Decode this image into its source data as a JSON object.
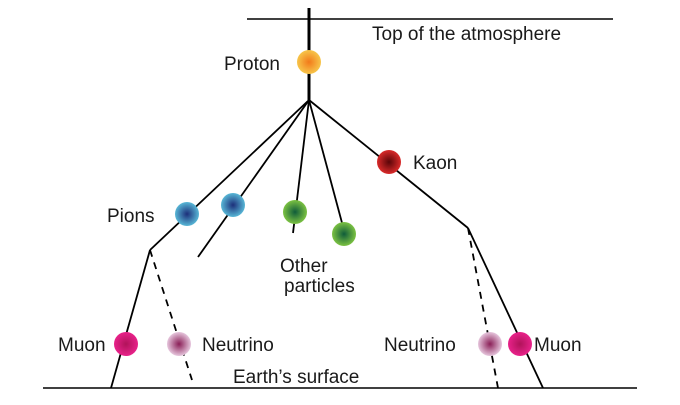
{
  "labels": {
    "top_of_atmosphere": "Top of the atmosphere",
    "proton": "Proton",
    "kaon": "Kaon",
    "pions": "Pions",
    "other_particles_line1": "Other",
    "other_particles_line2": "particles",
    "muon_left": "Muon",
    "neutrino_left": "Neutrino",
    "neutrino_right": "Neutrino",
    "muon_right": "Muon",
    "earths_surface": "Earth’s surface"
  },
  "colors": {
    "proton": "#f5a31a",
    "kaon": "#b3121b",
    "pion": "#2e7fb0",
    "other_particle": "#3f9b2e",
    "muon": "#e0177a",
    "neutrino": "#b4508c",
    "line": "#000000"
  }
}
